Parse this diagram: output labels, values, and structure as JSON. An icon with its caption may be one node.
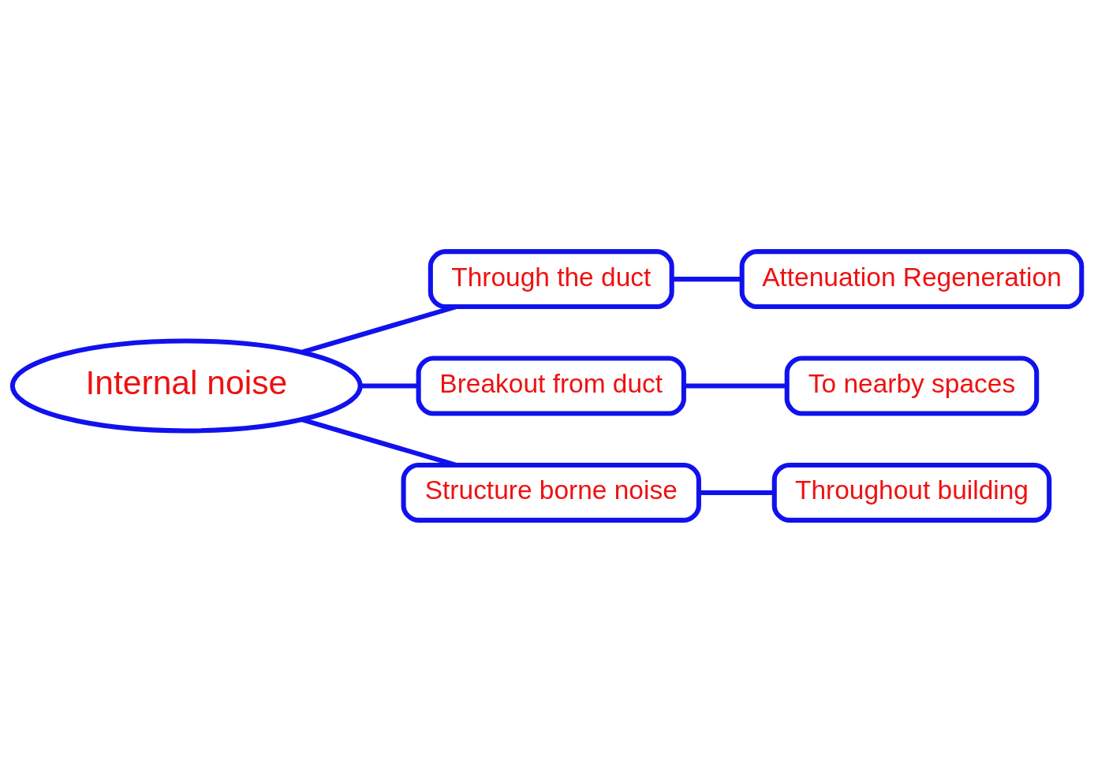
{
  "diagram": {
    "nodes": [
      {
        "text": [
          "Internal noise"
        ]
      },
      {
        "text": [
          "Through the duct"
        ]
      },
      {
        "text": [
          "Attenuation Regeneration"
        ]
      },
      {
        "text": [
          "Breakout from duct"
        ]
      },
      {
        "text": [
          "To nearby spaces"
        ]
      },
      {
        "text": [
          "Structure borne noise"
        ]
      },
      {
        "text": [
          "Throughout building"
        ]
      }
    ],
    "edges": [
      {
        "from": 0,
        "to": 1,
        "arrow": "none"
      },
      {
        "from": 1,
        "to": 2,
        "arrow": "none"
      },
      {
        "from": 0,
        "to": 3,
        "arrow": "none"
      },
      {
        "from": 3,
        "to": 4,
        "arrow": "none"
      },
      {
        "from": 0,
        "to": 5,
        "arrow": "none"
      },
      {
        "from": 5,
        "to": 6,
        "arrow": "none"
      }
    ]
  }
}
